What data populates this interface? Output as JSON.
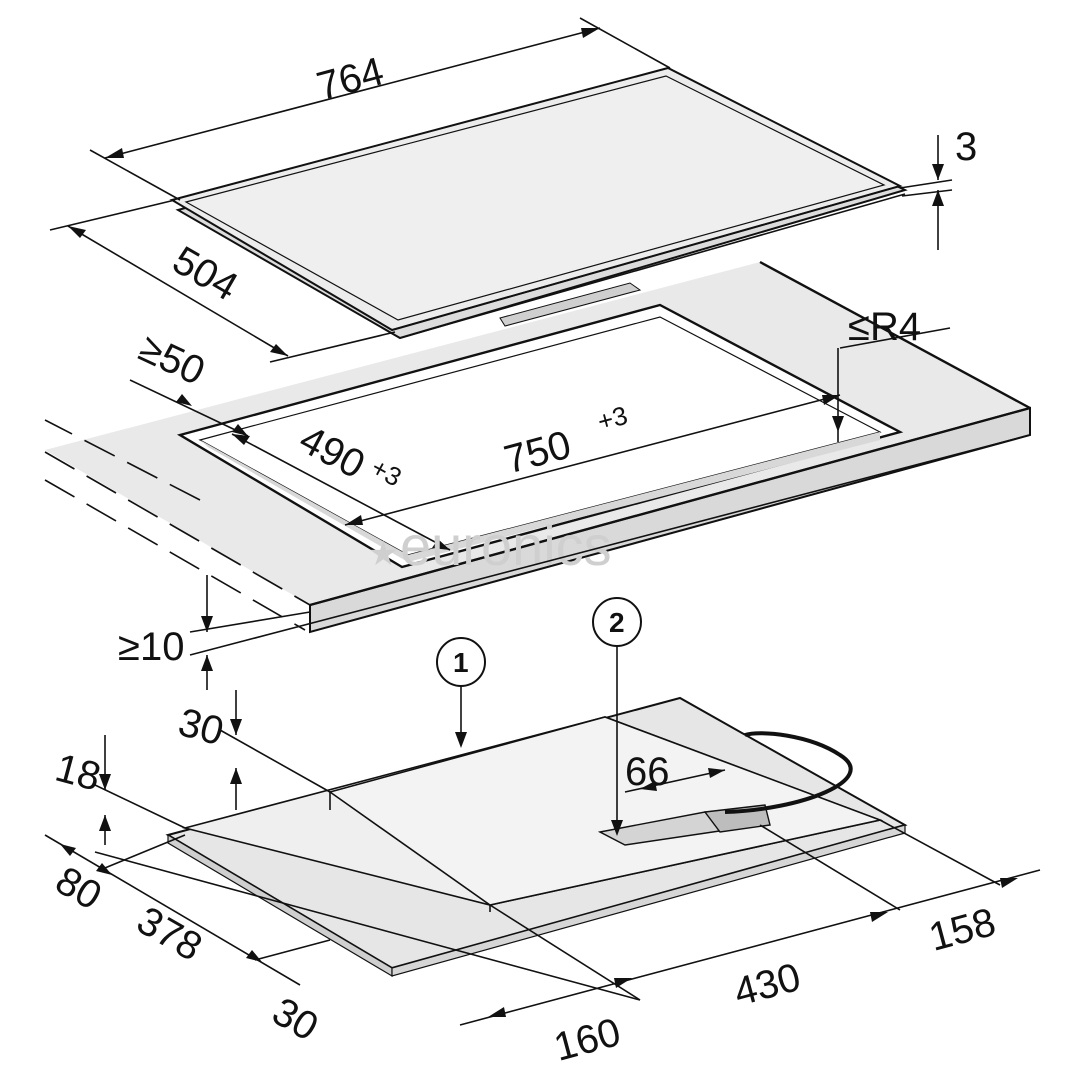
{
  "watermark": "euronics",
  "hob": {
    "width": "764",
    "depth": "504",
    "thickness": "3"
  },
  "cutout": {
    "corner_radius": "≤R4",
    "front_margin": "≥50",
    "width": "750",
    "width_tolerance": "+3",
    "depth": "490",
    "depth_tolerance": "+3",
    "worktop_clearance": "≥10"
  },
  "underside": {
    "callout_1": "1",
    "callout_2": "2",
    "connection_width": "66",
    "height_front": "30",
    "height_edge": "18",
    "offset_left_a": "80",
    "offset_left_b": "378",
    "offset_left_c": "30",
    "depth_front": "160",
    "depth_middle": "430",
    "depth_rear": "158"
  },
  "colors": {
    "line": "#111111",
    "surface": "#e9e9e9",
    "surface_light": "#f1f1f1",
    "watermark": "#cfcfcf"
  }
}
